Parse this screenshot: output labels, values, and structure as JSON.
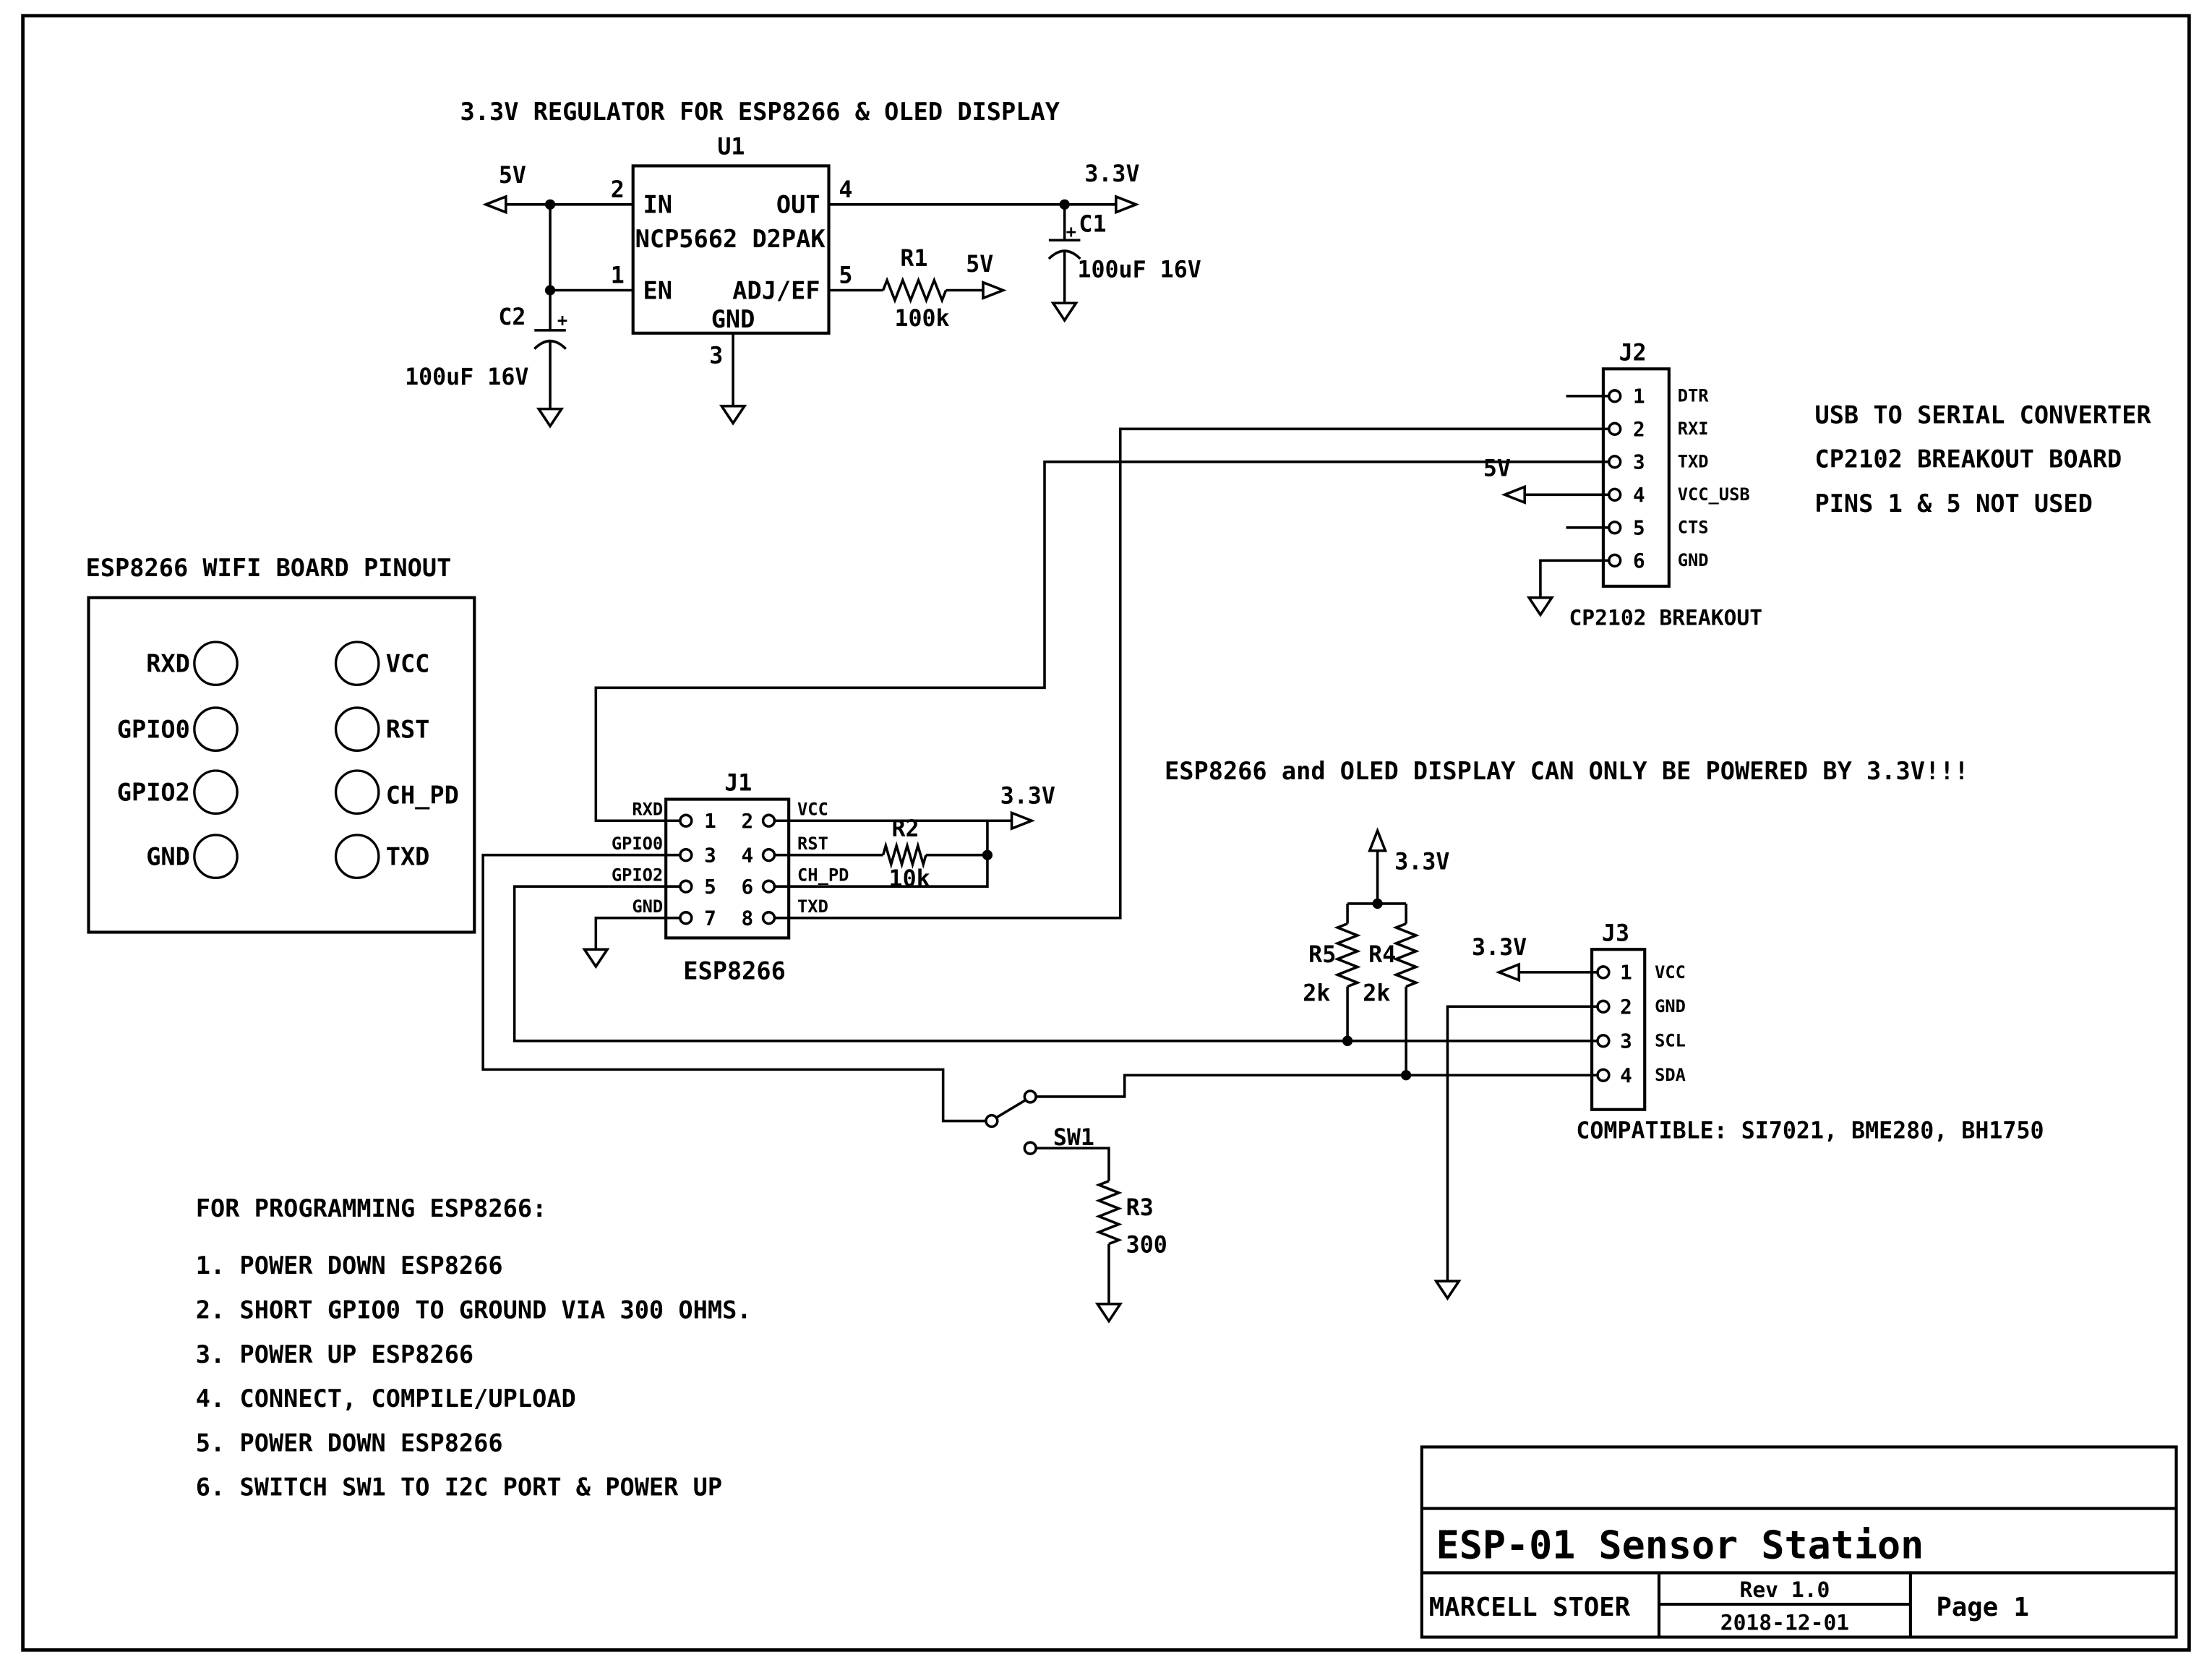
{
  "page": {
    "paper_color": "#ffffff",
    "ink_color": "#000000"
  },
  "symbols": {
    "plus": "+"
  },
  "nets": {
    "v5": "5V",
    "v33": "3.3V"
  },
  "regulator": {
    "section_title": "3.3V REGULATOR FOR ESP8266 & OLED DISPLAY",
    "refdes": "U1",
    "part": "NCP5662 D2PAK",
    "pin_in_num": "2",
    "pin_in": "IN",
    "pin_en_num": "1",
    "pin_en": "EN",
    "pin_out_num": "4",
    "pin_out": "OUT",
    "pin_adj_num": "5",
    "pin_adj": "ADJ/EF",
    "pin_gnd_num": "3",
    "pin_gnd": "GND",
    "r1_ref": "R1",
    "r1_val": "100k",
    "c1_ref": "C1",
    "c1_val": "100uF 16V",
    "c2_ref": "C2",
    "c2_val": "100uF 16V"
  },
  "j2": {
    "refdes": "J2",
    "caption": "CP2102 BREAKOUT",
    "pins": [
      {
        "num": "1",
        "name": "DTR"
      },
      {
        "num": "2",
        "name": "RXI"
      },
      {
        "num": "3",
        "name": "TXD"
      },
      {
        "num": "4",
        "name": "VCC_USB"
      },
      {
        "num": "5",
        "name": "CTS"
      },
      {
        "num": "6",
        "name": "GND"
      }
    ]
  },
  "usb_notes": {
    "line1": "USB TO SERIAL CONVERTER",
    "line2": "CP2102 BREAKOUT BOARD",
    "line3": "PINS 1 & 5 NOT USED"
  },
  "pinout": {
    "title": "ESP8266 WIFI BOARD PINOUT",
    "left": [
      "RXD",
      "GPIO0",
      "GPIO2",
      "GND"
    ],
    "right": [
      "VCC",
      "RST",
      "CH_PD",
      "TXD"
    ]
  },
  "warning": "ESP8266 and OLED DISPLAY CAN ONLY BE POWERED BY 3.3V!!!",
  "j1": {
    "refdes": "J1",
    "caption": "ESP8266",
    "left": [
      {
        "num": "1",
        "name": "RXD"
      },
      {
        "num": "3",
        "name": "GPIO0"
      },
      {
        "num": "5",
        "name": "GPIO2"
      },
      {
        "num": "7",
        "name": "GND"
      }
    ],
    "right": [
      {
        "num": "2",
        "name": "VCC"
      },
      {
        "num": "4",
        "name": "RST"
      },
      {
        "num": "6",
        "name": "CH_PD"
      },
      {
        "num": "8",
        "name": "TXD"
      }
    ],
    "r2_ref": "R2",
    "r2_val": "10k"
  },
  "sw1": {
    "ref": "SW1"
  },
  "r3": {
    "ref": "R3",
    "val": "300"
  },
  "pullups": {
    "r5_ref": "R5",
    "r5_val": "2k",
    "r4_ref": "R4",
    "r4_val": "2k"
  },
  "j3": {
    "refdes": "J3",
    "pins": [
      {
        "num": "1",
        "name": "VCC"
      },
      {
        "num": "2",
        "name": "GND"
      },
      {
        "num": "3",
        "name": "SCL"
      },
      {
        "num": "4",
        "name": "SDA"
      }
    ],
    "compatible": "COMPATIBLE: SI7021, BME280, BH1750"
  },
  "programming": {
    "title": "FOR PROGRAMMING ESP8266:",
    "steps": [
      "1. POWER DOWN ESP8266",
      "2. SHORT GPIO0 TO GROUND VIA 300 OHMS.",
      "3. POWER UP ESP8266",
      "4. CONNECT, COMPILE/UPLOAD",
      "5. POWER DOWN ESP8266",
      "6. SWITCH SW1 TO I2C PORT & POWER UP"
    ]
  },
  "titleblock": {
    "title": "ESP-01 Sensor Station",
    "author": "MARCELL STOER",
    "rev": "Rev 1.0",
    "date": "2018-12-01",
    "page": "Page 1"
  }
}
